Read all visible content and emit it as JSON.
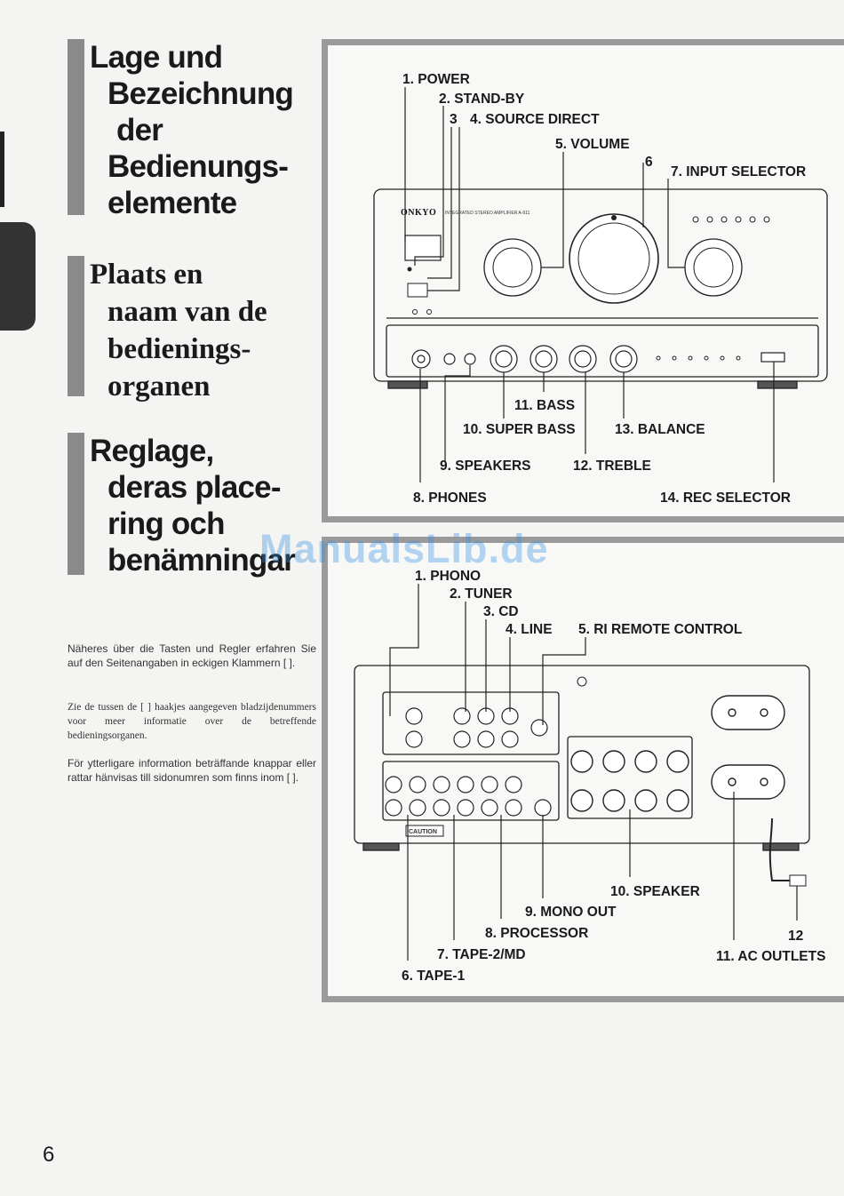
{
  "page_number": "6",
  "watermark": "ManualsLib.de",
  "headings": {
    "de": [
      "Lage und",
      "Bezeichnung",
      "der",
      "Bedienungs-",
      "elemente"
    ],
    "nl": [
      "Plaats en",
      "naam van de",
      "bedienings-",
      "organen"
    ],
    "sv": [
      "Reglage,",
      "deras place-",
      "ring och",
      "benämningar"
    ]
  },
  "paragraphs": {
    "de": "Näheres über die Tasten und Regler erfahren Sie auf den Seitenangaben in eckigen Klammern [ ].",
    "nl": "Zie de tussen de [ ] haakjes aangegeven bladzijdenummers voor meer informatie over de betreffende bedieningsorganen.",
    "sv": "För ytterligare information beträffande knappar eller rattar hänvisas till sidonumren som finns inom [ ]."
  },
  "front_panel": {
    "brand": "ONKYO",
    "model": "INTEGRATED STEREO AMPLIFIER A-911",
    "labels": {
      "power": "1. POWER",
      "standby": "2. STAND-BY",
      "n3": "3",
      "source_direct": "4. SOURCE DIRECT",
      "volume": "5. VOLUME",
      "n6": "6",
      "input_selector": "7. INPUT SELECTOR",
      "bass": "11. BASS",
      "super_bass": "10. SUPER BASS",
      "balance": "13. BALANCE",
      "speakers": "9. SPEAKERS",
      "treble": "12. TREBLE",
      "phones": "8. PHONES",
      "rec_selector": "14. REC SELECTOR"
    }
  },
  "rear_panel": {
    "labels": {
      "phono": "1. PHONO",
      "tuner": "2. TUNER",
      "cd": "3. CD",
      "line": "4. LINE",
      "remote": "5. RI REMOTE CONTROL",
      "speaker": "10. SPEAKER",
      "mono_out": "9. MONO OUT",
      "processor": "8. PROCESSOR",
      "n12": "12",
      "tape2": "7. TAPE-2/MD",
      "ac_outlets": "11. AC OUTLETS",
      "tape1": "6. TAPE-1"
    },
    "caution": "CAUTION"
  }
}
